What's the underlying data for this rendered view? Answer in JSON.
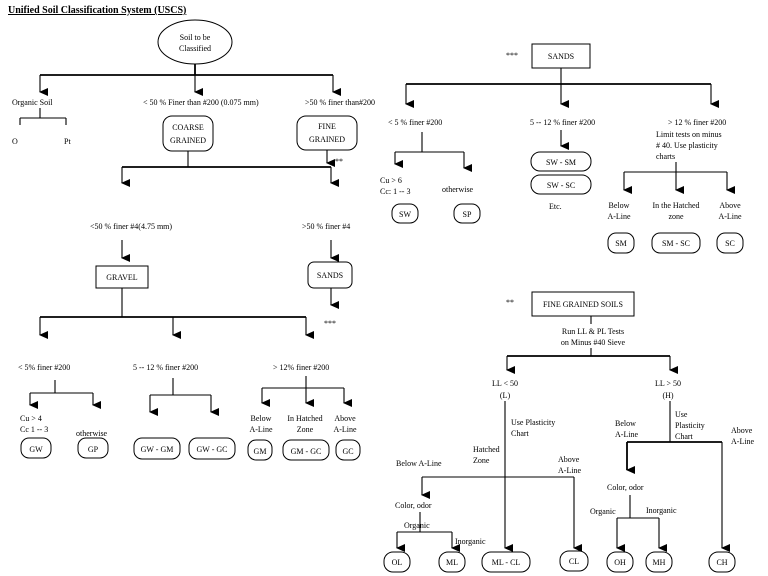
{
  "title": "Unified Soil Classification System (USCS)",
  "left": {
    "root": [
      "Soil to be",
      "Classified"
    ],
    "organic_soil": "Organic Soil",
    "organic_o": "O",
    "organic_pt": "Pt",
    "lt50_finer200": "< 50 % Finer than #200 (0.075 mm)",
    "gt50_finer200": ">50 % finer than#200",
    "coarse_grained": [
      "COARSE",
      "GRAINED"
    ],
    "fine_grained": [
      "FINE",
      "GRAINED"
    ],
    "fine_marker": "**",
    "lt50_finer4": "<50 % finer #4(4.75 mm)",
    "gt50_finer4": ">50 % finer #4",
    "gravel": "GRAVEL",
    "sands": "SANDS",
    "sands_marker": "***",
    "gravel_lt5": "< 5% finer #200",
    "gravel_5_12": "5 -- 12 % finer #200",
    "gravel_gt12": "> 12% finer #200",
    "gravel_cu": "Cu > 4",
    "gravel_cc": "Cc   1 -- 3",
    "gravel_otherwise": "otherwise",
    "gw": "GW",
    "gp": "GP",
    "gw_gm": "GW - GM",
    "gw_gc": "GW - GC",
    "below_aline": [
      "Below",
      "A-Line"
    ],
    "in_hatched": [
      "In Hatched",
      "Zone"
    ],
    "above_aline": [
      "Above",
      "A-Line"
    ],
    "gm": "GM",
    "gm_gc": "GM - GC",
    "gc": "GC"
  },
  "sands_tree": {
    "marker": "***",
    "header": "SANDS",
    "lt5": "< 5 % finer #200",
    "mid": "5 -- 12 % finer #200",
    "gt12": "> 12 % finer #200",
    "limit_tests": [
      "Limit tests on minus",
      "# 40. Use plasticity",
      "charts"
    ],
    "cu": "Cu > 6",
    "cc": "Cc: 1 -- 3",
    "otherwise": "otherwise",
    "sw": "SW",
    "sp": "SP",
    "sw_sm": "SW - SM",
    "sw_sc": "SW -  SC",
    "etc": "Etc.",
    "below_aline": [
      "Below",
      "A-Line"
    ],
    "in_hatched": [
      "In the Hatched",
      "zone"
    ],
    "above_aline": [
      "Above",
      "A-Line"
    ],
    "sm": "SM",
    "sm_sc": "SM - SC",
    "sc": "SC"
  },
  "fine_tree": {
    "marker": "**",
    "header": "FINE GRAINED SOILS",
    "run_tests": [
      "Run LL & PL Tests",
      "on Minus #40 Sieve"
    ],
    "ll_lt50": [
      "LL < 50",
      "(L)"
    ],
    "ll_gt50": [
      "LL > 50",
      "(H)"
    ],
    "use_plasticity_l": [
      "Use Plasticity",
      "Chart"
    ],
    "hatched_zone": [
      "Hatched",
      "Zone"
    ],
    "below_aline_l": "Below A-Line",
    "above_aline_l": [
      "Above",
      "A-Line"
    ],
    "color_odor_l": "Color, odor",
    "organic_l": "Organic",
    "inorganic_l": "Inorganic",
    "ol": "OL",
    "ml": "ML",
    "ml_cl": "ML - CL",
    "cl": "CL",
    "below_aline_h": [
      "Below",
      "A-Line"
    ],
    "use_plasticity_h": [
      "Use",
      "Plasticity",
      "Chart"
    ],
    "above_aline_h": [
      "Above",
      "A-Line"
    ],
    "color_odor_h": "Color, odor",
    "organic_h": "Organic",
    "inorganic_h": "Inorganic",
    "oh": "OH",
    "mh": "MH",
    "ch": "CH"
  }
}
